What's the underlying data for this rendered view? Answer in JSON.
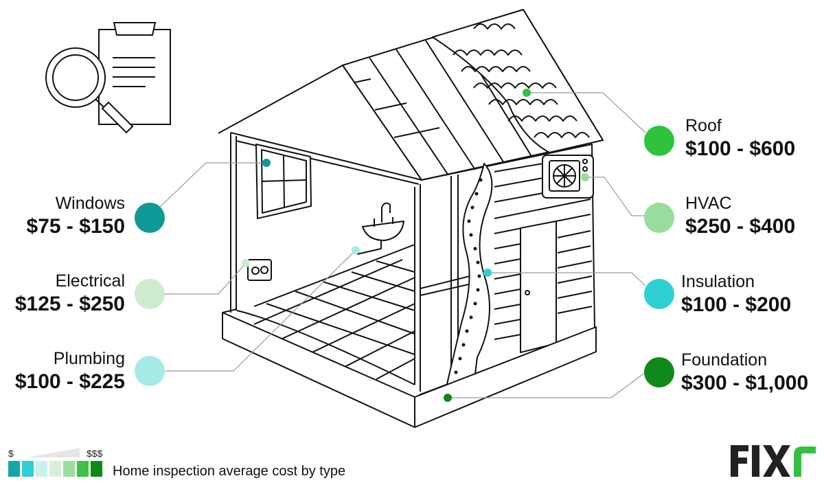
{
  "categories": [
    {
      "id": "windows",
      "name": "Windows",
      "cost": "$75 - $150",
      "color": "#0f9a97"
    },
    {
      "id": "electrical",
      "name": "Electrical",
      "cost": "$125 - $250",
      "color": "#cdeccf"
    },
    {
      "id": "plumbing",
      "name": "Plumbing",
      "cost": "$100 - $225",
      "color": "#a6ebe7"
    },
    {
      "id": "roof",
      "name": "Roof",
      "cost": "$100 - $600",
      "color": "#2fc23d"
    },
    {
      "id": "hvac",
      "name": "HVAC",
      "cost": "$250 - $400",
      "color": "#98dd9b"
    },
    {
      "id": "insulation",
      "name": "Insulation",
      "cost": "$100 - $200",
      "color": "#2ecfd3"
    },
    {
      "id": "foundation",
      "name": "Foundation",
      "cost": "$300 - $1,000",
      "color": "#0f8a1a"
    }
  ],
  "legend": {
    "low_label": "$",
    "high_label": "$$$",
    "title": "Home inspection average cost by type",
    "scale_colors": [
      "#15a6a3",
      "#2ecfd3",
      "#c9f1ee",
      "#d6f0d8",
      "#9ddda0",
      "#3bc247",
      "#0f8a1a"
    ]
  },
  "logo": {
    "text": "FIXR",
    "accent": "#2fc23d",
    "color": "#222222"
  }
}
